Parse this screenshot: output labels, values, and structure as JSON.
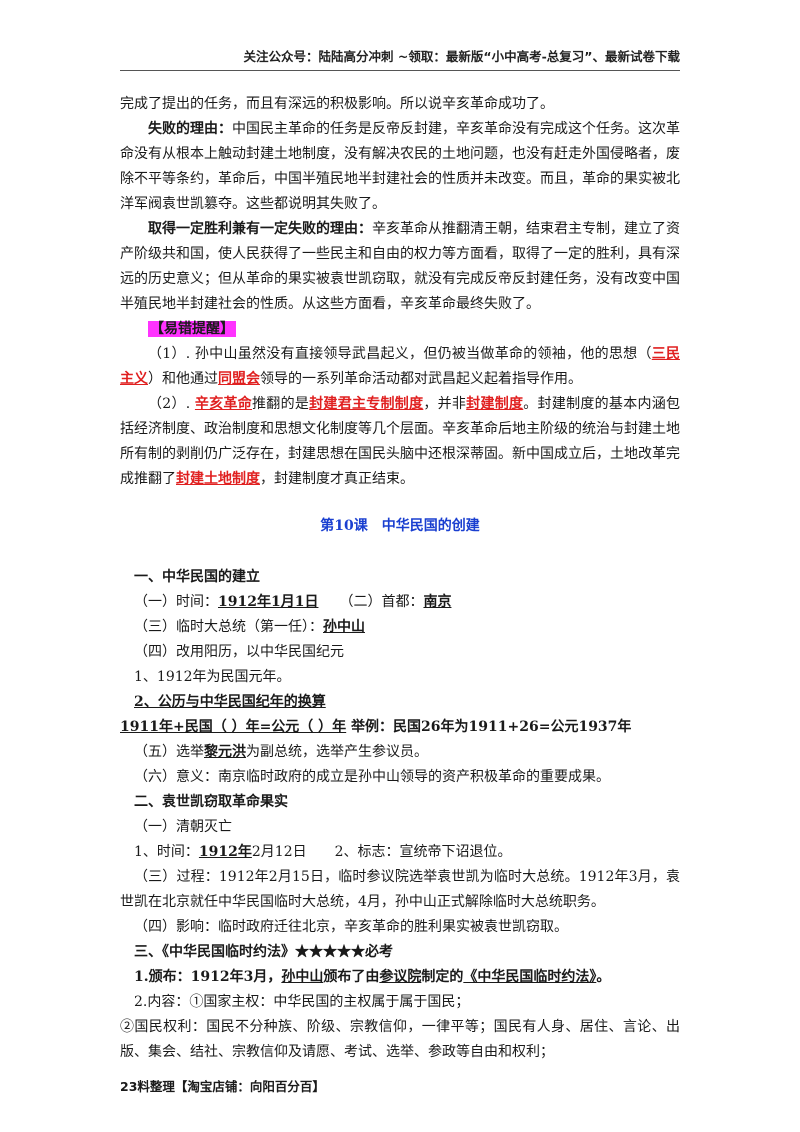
{
  "header": {
    "text": "关注公众号：陆陆高分冲刺  ~领取：最新版“小中高考-总复习”、最新试卷下载"
  },
  "body": {
    "p0": "完成了提出的任务，而且有深远的积极影响。所以说辛亥革命成功了。",
    "p1_label": "失败的理由：",
    "p1_text": "中国民主革命的任务是反帝反封建，辛亥革命没有完成这个任务。这次革命没有从根本上触动封建土地制度，没有解决农民的土地问题，也没有赶走外国侵略者，废除不平等条约，革命后，中国半殖民地半封建社会的性质并未改变。而且，革命的果实被北洋军阀袁世凯篡夺。这些都说明其失败了。",
    "p2_label": "取得一定胜利兼有一定失败的理由：",
    "p2_text": "辛亥革命从推翻清王朝，结束君主专制，建立了资产阶级共和国，使人民获得了一些民主和自由的权力等方面看，取得了一定的胜利，具有深远的历史意义；但从革命的果实被袁世凯窃取，就没有完成反帝反封建任务，没有改变中国半殖民地半封建社会的性质。从这些方面看，辛亥革命最终失败了。",
    "tag": "【易错提醒】",
    "e1_a": "（1）. 孙中山虽然没有直接领导武昌起义，但仍被当做革命的领袖，他的思想（",
    "e1_b": "三民主义",
    "e1_c": "）和他通过",
    "e1_d": "同盟会",
    "e1_e": "领导的一系列革命活动都对武昌起义起着指导作用。",
    "e2_a": "（2）. ",
    "e2_b": "辛亥革命",
    "e2_c": "推翻的是",
    "e2_d": "封建君主专制制度",
    "e2_e": "，并非",
    "e2_f": "封建制度",
    "e2_g": "。封建制度的基本内涵包括经济制度、政治制度和思想文化制度等几个层面。辛亥革命后地主阶级的统治与封建土地所有制的剥削仍广泛存在，封建思想在国民头脑中还根深蒂固。新中国成立后，土地改革完成推翻了",
    "e2_h": "封建土地制度",
    "e2_i": "，封建制度才真正结束。"
  },
  "lesson": {
    "title": "第10课　中华民国的创建"
  },
  "s1": {
    "heading": "一、中华民国的建立",
    "l1_a": "（一）时间：",
    "l1_b": "1912年1月1日",
    "l1_c": "　　（二）首都：",
    "l1_d": "南京",
    "l2_a": "（三）临时大总统（第一任）：",
    "l2_b": "孙中山",
    "l3": "（四）改用阳历，以中华民国纪元",
    "l4": "1、1912年为民国元年。",
    "l5": "2、公历与中华民国纪年的换算",
    "l6_a": "1911",
    "l6_b": "年+民国（ ）年=公元（ ）年",
    "l6_c": " 举例：民国26年为1911+26=公元1937年",
    "l7_a": "（五）选举",
    "l7_b": "黎元洪",
    "l7_c": "为副总统，选举产生参议员。",
    "l8": "（六）意义：南京临时政府的成立是孙中山领导的资产积极革命的重要成果。"
  },
  "s2": {
    "heading": "二、袁世凯窃取革命果实",
    "l1": "（一）清朝灭亡",
    "l2_a": "1、时间：",
    "l2_b": "1912年",
    "l2_c": "2月12日　　2、标志：宣统帝下诏退位。",
    "l3": "（三）过程：1912年2月15日，临时参议院选举袁世凯为临时大总统。1912年3月，袁世凯在北京就任中华民国临时大总统，4月，孙中山正式解除临时大总统职务。",
    "l4": "（四）影响：临时政府迁往北京，辛亥革命的胜利果实被袁世凯窃取。"
  },
  "s3": {
    "heading": "三、《中华民国临时约法》★★★★★必考",
    "l1_a": "1.颁布：1912年3月，",
    "l1_b": "孙中山",
    "l1_c": "颁布了由",
    "l1_d": "参议院",
    "l1_e": "制定的",
    "l1_f": "《中华民国临时约法》",
    "l1_g": "。",
    "l2": "2.内容：①国家主权：中华民国的主权属于属于国民；",
    "l3": "②国民权利：国民不分种族、阶级、宗教信仰，一律平等；国民有人身、居住、言论、出版、集会、结社、宗教信仰及请愿、考试、选举、参政等自由和权利；"
  },
  "footer": {
    "text": "23料整理【淘宝店铺：向阳百分百】"
  }
}
